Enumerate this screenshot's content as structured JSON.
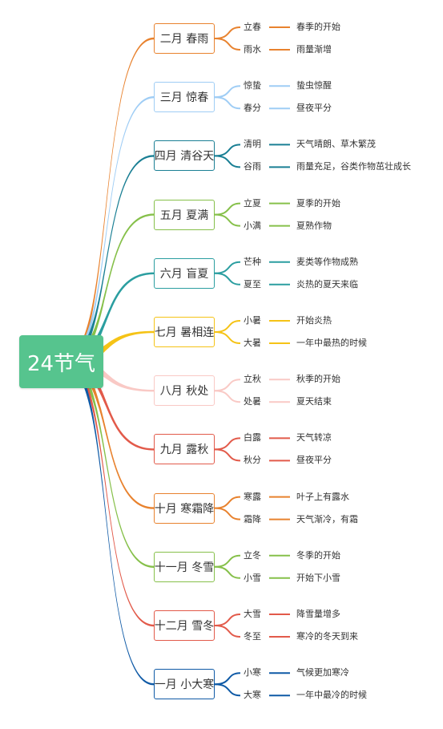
{
  "root": {
    "label": "24节气",
    "color": "#56c48e"
  },
  "months": [
    {
      "label": "二月 春雨",
      "color": "#e8822e",
      "terms": [
        {
          "name": "立春",
          "desc": "春季的开始"
        },
        {
          "name": "雨水",
          "desc": "雨量渐增"
        }
      ]
    },
    {
      "label": "三月 惊春",
      "color": "#9fcdf5",
      "terms": [
        {
          "name": "惊蛰",
          "desc": "蛰虫惊醒"
        },
        {
          "name": "春分",
          "desc": "昼夜平分"
        }
      ]
    },
    {
      "label": "四月 清谷天",
      "color": "#1a7f94",
      "terms": [
        {
          "name": "清明",
          "desc": "天气晴朗、草木繁茂"
        },
        {
          "name": "谷雨",
          "desc": "雨量充足，谷类作物茁壮成长"
        }
      ]
    },
    {
      "label": "五月 夏满",
      "color": "#86c04a",
      "terms": [
        {
          "name": "立夏",
          "desc": "夏季的开始"
        },
        {
          "name": "小满",
          "desc": "夏熟作物"
        }
      ]
    },
    {
      "label": "六月 盲夏",
      "color": "#2b9ea0",
      "terms": [
        {
          "name": "芒种",
          "desc": "麦类等作物成熟"
        },
        {
          "name": "夏至",
          "desc": "炎热的夏天来临"
        }
      ]
    },
    {
      "label": "七月 暑相连",
      "color": "#f5c316",
      "terms": [
        {
          "name": "小暑",
          "desc": "开始炎热"
        },
        {
          "name": "大暑",
          "desc": "一年中最热的时候"
        }
      ]
    },
    {
      "label": "八月 秋处",
      "color": "#f9c9c5",
      "terms": [
        {
          "name": "立秋",
          "desc": "秋季的开始"
        },
        {
          "name": "处暑",
          "desc": "夏天结束"
        }
      ]
    },
    {
      "label": "九月 露秋",
      "color": "#e25a4a",
      "terms": [
        {
          "name": "白露",
          "desc": "天气转凉"
        },
        {
          "name": "秋分",
          "desc": "昼夜平分"
        }
      ]
    },
    {
      "label": "十月 寒霜降",
      "color": "#e8822e",
      "terms": [
        {
          "name": "寒露",
          "desc": "叶子上有露水"
        },
        {
          "name": "霜降",
          "desc": "天气渐冷，有霜"
        }
      ]
    },
    {
      "label": "十一月 冬雪",
      "color": "#86c04a",
      "terms": [
        {
          "name": "立冬",
          "desc": "冬季的开始"
        },
        {
          "name": "小雪",
          "desc": "开始下小雪"
        }
      ]
    },
    {
      "label": "十二月 雪冬",
      "color": "#e25a4a",
      "terms": [
        {
          "name": "大雪",
          "desc": "降雪量增多"
        },
        {
          "name": "冬至",
          "desc": "寒冷的冬天到来"
        }
      ]
    },
    {
      "label": "一月 小大寒",
      "color": "#0f5aa6",
      "terms": [
        {
          "name": "小寒",
          "desc": "气候更加寒冷"
        },
        {
          "name": "大寒",
          "desc": "一年中最冷的时候"
        }
      ]
    }
  ]
}
